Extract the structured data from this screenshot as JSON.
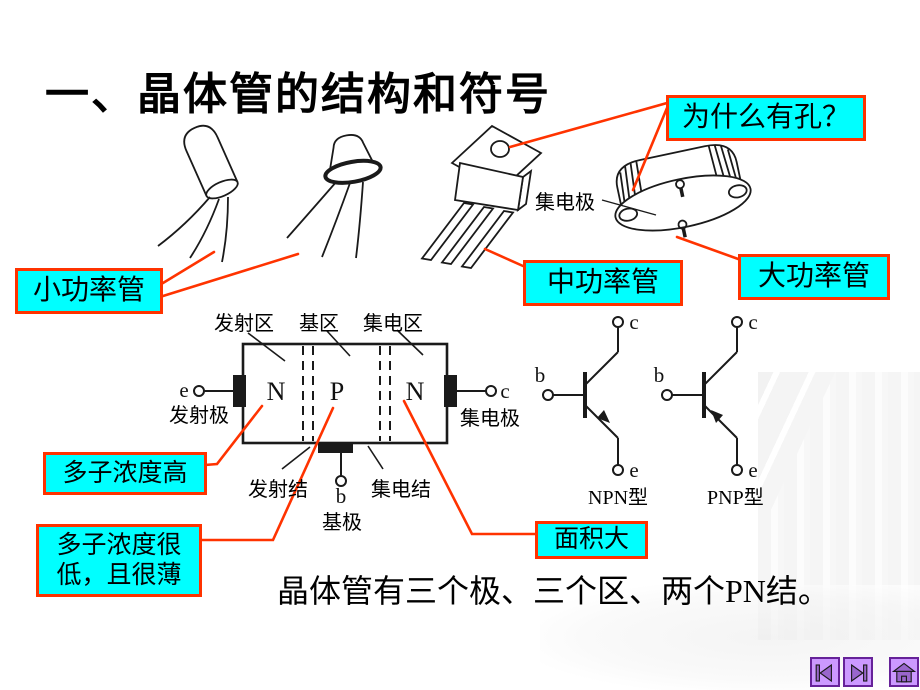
{
  "slide": {
    "title": "一、晶体管的结构和符号",
    "summary": "晶体管有三个极、三个区、两个PN结。"
  },
  "callouts": {
    "why_hole": "为什么有孔？",
    "small_power": "小功率管",
    "medium_power": "中功率管",
    "large_power": "大功率管",
    "high_conc": "多子浓度高",
    "low_conc_1": "多子浓度很",
    "low_conc_2": "低，且很薄",
    "large_area": "面积大"
  },
  "structure": {
    "emitter_region": "发射区",
    "base_region": "基区",
    "collector_region": "集电区",
    "emitter_terminal": "发射极",
    "collector_terminal": "集电极",
    "base_terminal": "基极",
    "emitter_junction": "发射结",
    "collector_junction": "集电结",
    "n_emitter": "N",
    "p_base": "P",
    "n_collector": "N",
    "e": "e",
    "b": "b",
    "c": "c"
  },
  "packages": {
    "case_collector": "集电极"
  },
  "symbols": {
    "npn": {
      "label": "NPN型",
      "b": "b",
      "c": "c",
      "e": "e"
    },
    "pnp": {
      "label": "PNP型",
      "b": "b",
      "c": "c",
      "e": "e"
    }
  },
  "nav": {
    "prev": "previous-slide",
    "next": "next-slide",
    "home": "home"
  },
  "colors": {
    "callout_bg": "#00ffff",
    "callout_border": "#ff3300",
    "connector_line": "#ff3300",
    "ink": "#1a1a1a",
    "nav_button_bg": "#cc99ff",
    "nav_glyph": "#9966cc"
  }
}
